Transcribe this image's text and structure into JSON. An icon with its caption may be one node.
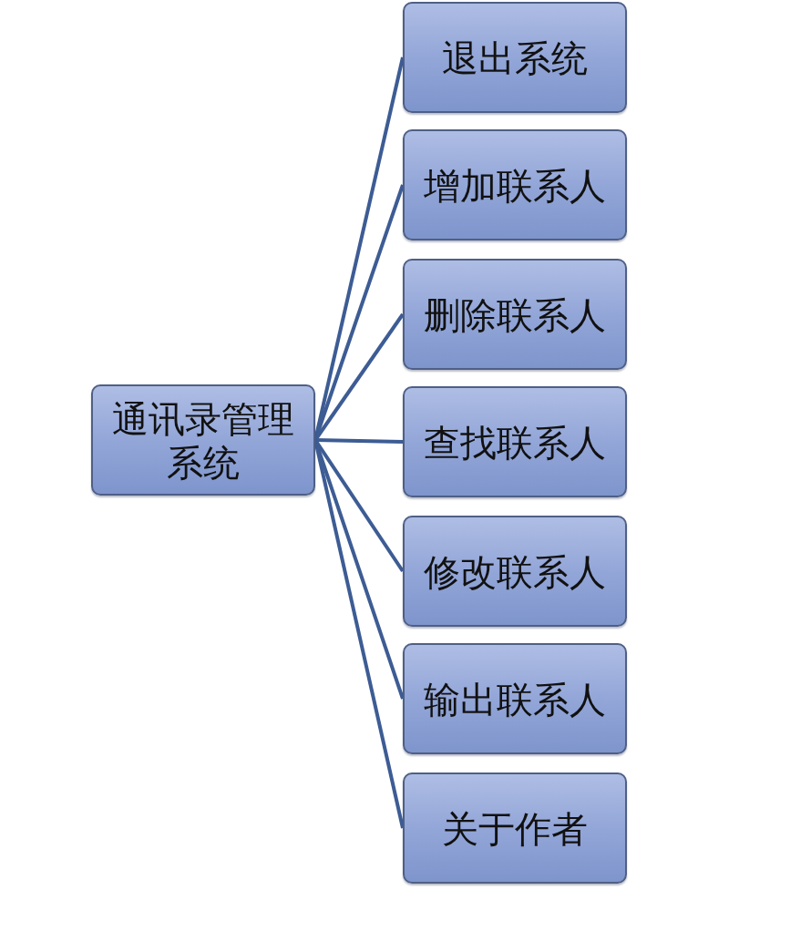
{
  "diagram": {
    "nodes": [
      {
        "text": [
          "通讯录管理系统"
        ]
      },
      {
        "text": [
          "退出系统"
        ]
      },
      {
        "text": [
          "增加联系人"
        ]
      },
      {
        "text": [
          "删除联系人"
        ]
      },
      {
        "text": [
          "查找联系人"
        ]
      },
      {
        "text": [
          "修改联系人"
        ]
      },
      {
        "text": [
          "输出联系人"
        ]
      },
      {
        "text": [
          "关于作者"
        ]
      }
    ],
    "edges": [
      {
        "from": 0,
        "to": 1,
        "arrow": "none"
      },
      {
        "from": 0,
        "to": 2,
        "arrow": "none"
      },
      {
        "from": 0,
        "to": 3,
        "arrow": "none"
      },
      {
        "from": 0,
        "to": 4,
        "arrow": "none"
      },
      {
        "from": 0,
        "to": 5,
        "arrow": "none"
      },
      {
        "from": 0,
        "to": 6,
        "arrow": "none"
      },
      {
        "from": 0,
        "to": 7,
        "arrow": "none"
      }
    ]
  }
}
